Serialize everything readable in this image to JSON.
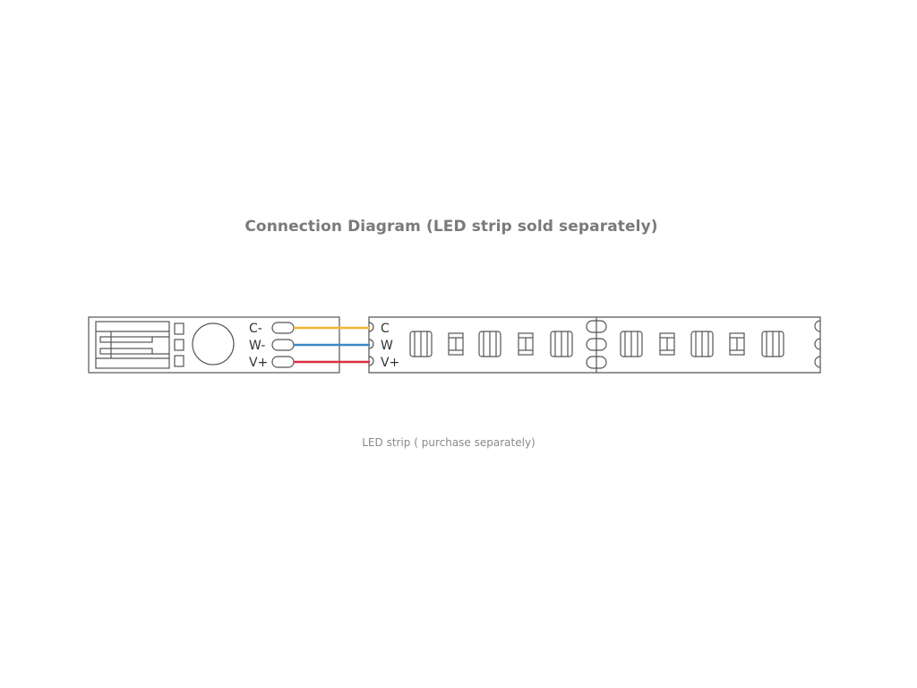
{
  "title": "Connection Diagram (LED strip sold separately)",
  "caption": "LED strip ( purchase separately)",
  "connector": {
    "pins": [
      {
        "label": "C-",
        "color": "#f2b531"
      },
      {
        "label": "W-",
        "color": "#3b86c4"
      },
      {
        "label": "V+",
        "color": "#d9303e"
      }
    ]
  },
  "strip": {
    "pads": [
      "C",
      "W",
      "V+"
    ]
  }
}
